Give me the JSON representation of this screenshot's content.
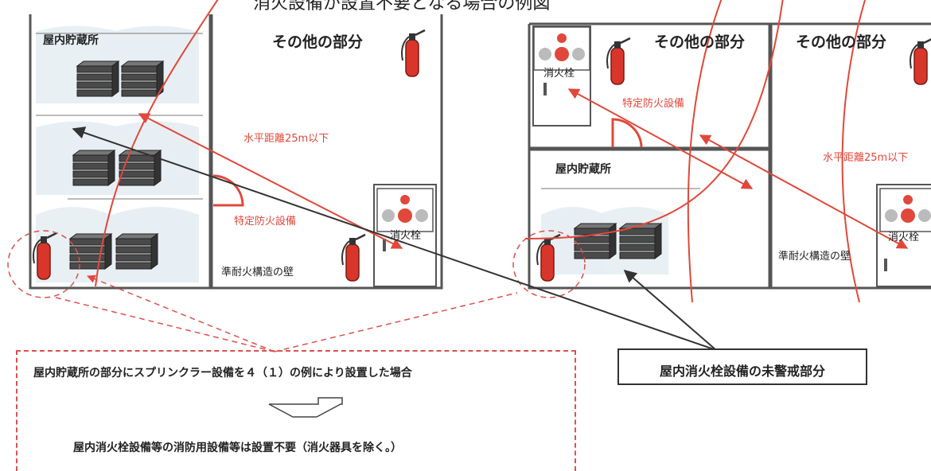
{
  "title": "消火設備が設置不要となる場合の例図",
  "left_plan": {
    "storage_label": "屋内貯蔵所",
    "other_label": "その他の部分",
    "distance_label": "水平距離25m以下",
    "special_label": "特定防火設備",
    "hydrant_label": "消火栓",
    "wall_label": "準耐火構造の壁"
  },
  "right_plan": {
    "hydrant_label": "消火栓",
    "other_label_1": "その他の部分",
    "other_label_2": "その他の部分",
    "special_label": "特定防火設備",
    "distance_label": "水平距離25m以下",
    "storage_label": "屋内貯蔵所",
    "hydrant_label_2": "消火栓",
    "wall_label": "準耐火構造の壁"
  },
  "condition": {
    "line1": "屋内貯蔵所の部分にスプリンクラー設備を４（１）の例により設置した場合",
    "line2": "屋内消火栓設備等の消防用設備等は設置不要（消火器具を除く。）"
  },
  "legend": {
    "unguarded_label": "屋内消火栓設備の未警戒部分"
  },
  "colors": {
    "accent_red": "#e0483b",
    "wall": "#555555",
    "crate": "#4a4a4a"
  }
}
